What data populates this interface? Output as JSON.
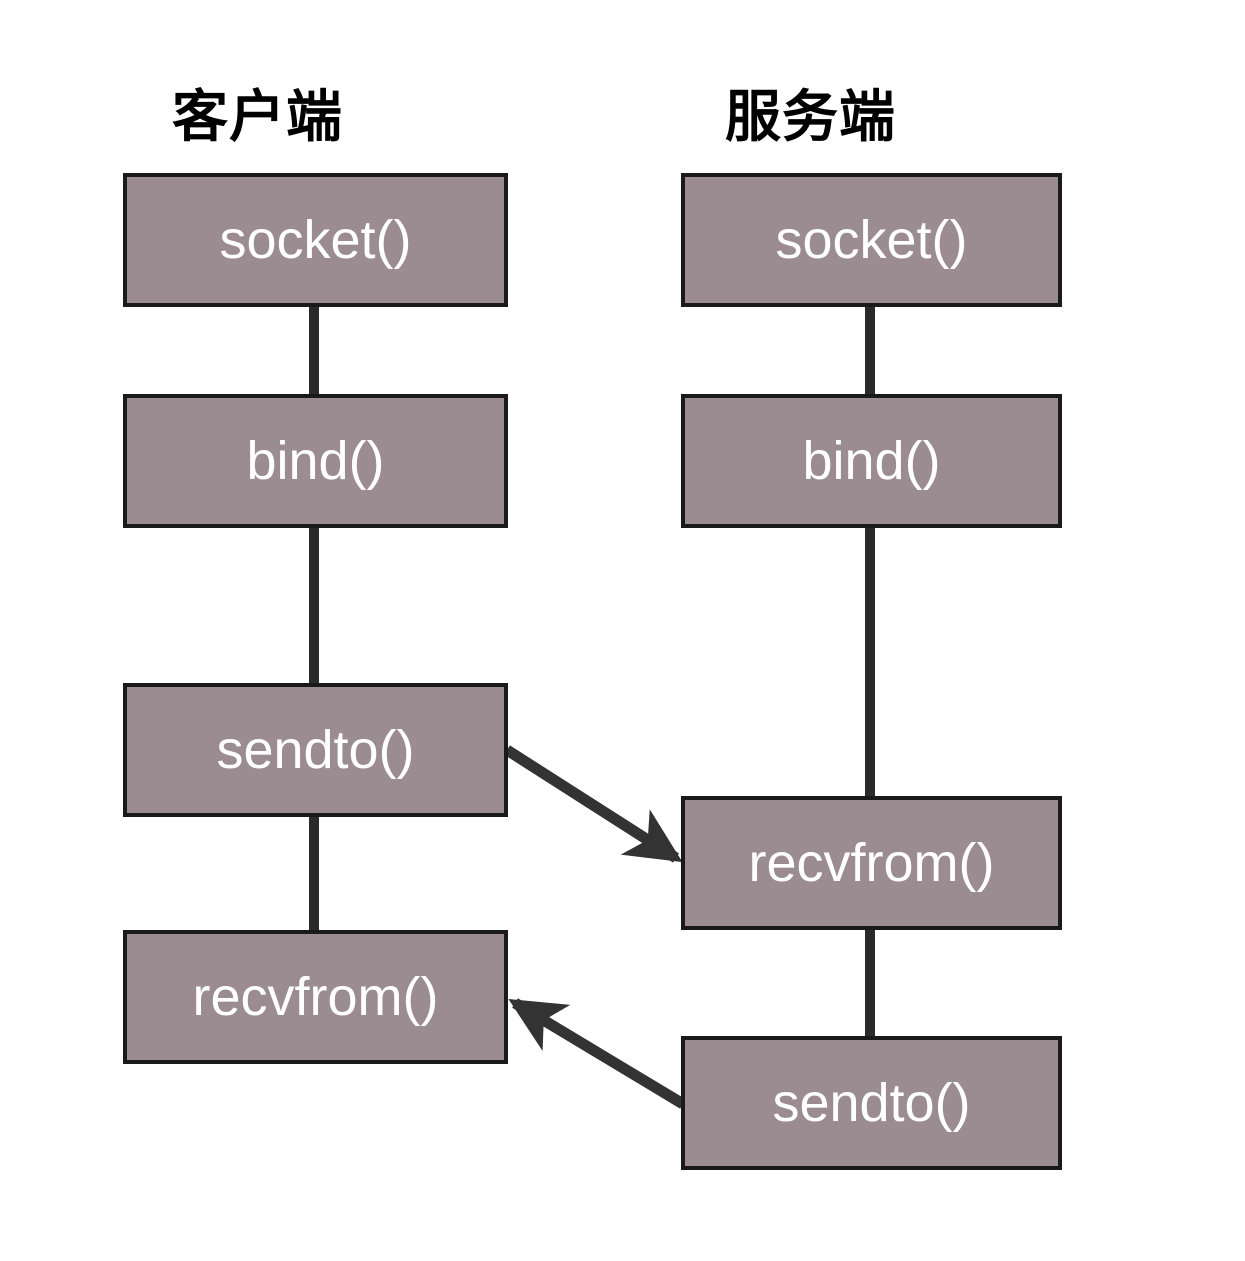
{
  "diagram": {
    "type": "udp-socket-flow-diagram",
    "background_color": "#ffffff",
    "box_fill_color": "#9a8c91",
    "box_border_color": "#1a1a1a",
    "box_text_color": "#ffffff",
    "connector_color": "#2a2a2a",
    "title_color": "#000000"
  },
  "columns": [
    {
      "id": "client",
      "title": "客户端",
      "steps": [
        {
          "id": "client-socket",
          "label": "socket()"
        },
        {
          "id": "client-bind",
          "label": "bind()"
        },
        {
          "id": "client-sendto",
          "label": "sendto()"
        },
        {
          "id": "client-recvfrom",
          "label": "recvfrom()"
        }
      ]
    },
    {
      "id": "server",
      "title": "服务端",
      "steps": [
        {
          "id": "server-socket",
          "label": "socket()"
        },
        {
          "id": "server-bind",
          "label": "bind()"
        },
        {
          "id": "server-recvfrom",
          "label": "recvfrom()"
        },
        {
          "id": "server-sendto",
          "label": "sendto()"
        }
      ]
    }
  ],
  "arrows": [
    {
      "id": "arrow-client-sendto-to-server-recvfrom",
      "from": "client-sendto",
      "to": "server-recvfrom",
      "direction": "right-down"
    },
    {
      "id": "arrow-server-sendto-to-client-recvfrom",
      "from": "server-sendto",
      "to": "client-recvfrom",
      "direction": "left-up"
    }
  ]
}
